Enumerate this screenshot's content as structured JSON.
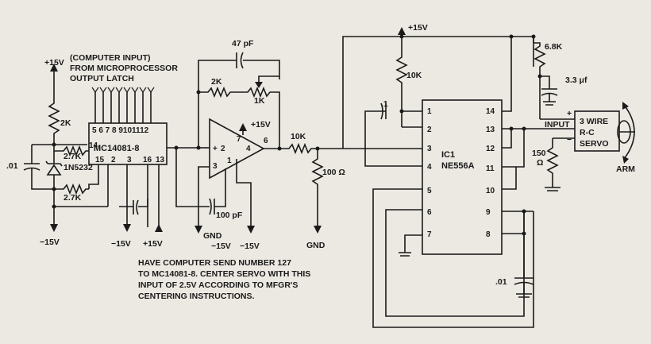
{
  "diagram": {
    "top_note": [
      "(COMPUTER INPUT)",
      "FROM MICROPROCESSOR",
      "OUTPUT LATCH"
    ],
    "bottom_note": [
      "HAVE COMPUTER SEND NUMBER 127",
      "TO MC14081-8. CENTER SERVO WITH THIS",
      "INPUT OF 2.5V ACCORDING TO MFGR'S",
      "CENTERING INSTRUCTIONS."
    ],
    "power": {
      "plus15_left": "+15V",
      "minus15_left": "−15V",
      "plus15_top": "+15V",
      "plus15_opamp": "+15V",
      "dac_minus15": "−15V",
      "dac_plus15": "+15V",
      "opamp_gnd": "GND",
      "opamp_minus15_a": "−15V",
      "opamp_minus15_b": "−15V",
      "gnd_mid": "GND"
    },
    "components": {
      "r_2k_left": "2K",
      "c_01_left": ".01",
      "r_27k_top": "2.7K",
      "r_27k_bottom": "2.7K",
      "zener": "1N5232",
      "dac_name": "MC14081-8",
      "dac_top_pins": "5 6 7 8 9101112",
      "dac_pin_14": "14",
      "dac_bottom_pins": [
        "15",
        "2",
        "3",
        "16",
        "13"
      ],
      "c_47pf": "47 pF",
      "r_2k_fb": "2K",
      "pot_1k": "1K",
      "opamp_pins": [
        "+",
        "2",
        "3",
        "1",
        "7",
        "4",
        "6"
      ],
      "c_100pf": "100 pF",
      "r_10k_out": "10K",
      "r_100ohm": "100 Ω",
      "r_10k_top": "10K",
      "c_point1": ".1",
      "ic_name": "IC1",
      "ic_part": "NE556A",
      "ic_left_pins": [
        "1",
        "2",
        "3",
        "4",
        "5",
        "6",
        "7"
      ],
      "ic_right_pins": [
        "14",
        "13",
        "12",
        "11",
        "10",
        "9",
        "8"
      ],
      "r_68k": "6.8K",
      "c_33uf": "3.3 μf",
      "r_150ohm": [
        "150",
        "Ω"
      ],
      "c_01_right": ".01",
      "input_label": "INPUT",
      "servo_label": [
        "3 WIRE",
        "R-C",
        "SERVO"
      ],
      "arm_label": "ARM",
      "plus_sign": "+",
      "minus_sign": "−"
    }
  }
}
